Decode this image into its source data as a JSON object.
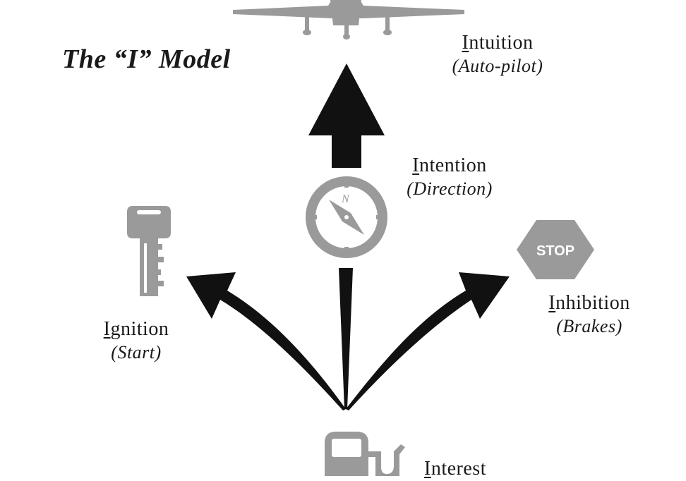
{
  "title": "The “I” Model",
  "nodes": {
    "intuition": {
      "initial": "I",
      "rest": "ntuition",
      "sub": "(Auto-pilot)"
    },
    "intention": {
      "initial": "I",
      "rest": "ntention",
      "sub": "(Direction)"
    },
    "ignition": {
      "initial": "I",
      "rest": "gnition",
      "sub": "(Start)"
    },
    "inhibition": {
      "initial": "I",
      "rest": "nhibition",
      "sub": "(Brakes)"
    },
    "interest": {
      "initial": "I",
      "rest": "nterest",
      "sub": ""
    }
  },
  "icons": {
    "stop_sign_text": "STOP",
    "compass_letter": "N"
  },
  "colors": {
    "arrow": "#111111",
    "icon": "#9a9a9a",
    "text": "#1a1a1a"
  }
}
